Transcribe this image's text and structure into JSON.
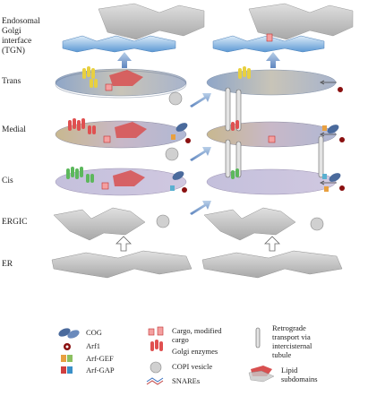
{
  "stages": {
    "tgn_line1": "Endosomal",
    "tgn_line2": "Golgi",
    "tgn_line3": "interface",
    "tgn_line4": "(TGN)",
    "trans": "Trans",
    "medial": "Medial",
    "cis": "Cis",
    "ergic": "ERGIC",
    "er": "ER"
  },
  "legend": {
    "cog": "COG",
    "arf1": "Arf1",
    "arf_gef": "Arf-GEF",
    "arf_gap": "Arf-GAP",
    "cargo_line1": "Cargo, modified",
    "cargo_line2": "cargo",
    "golgi_enzymes": "Golgi enzymes",
    "copi_vesicle": "COPI vesicle",
    "snares": "SNAREs",
    "retro_line1": "Retrograde",
    "retro_line2": "transport via",
    "retro_line3": "intercisternal",
    "retro_line4": "tubule",
    "lipid_line1": "Lipid",
    "lipid_line2": "subdomains"
  },
  "colors": {
    "trans_cisterna": "#a8b4c4",
    "medial_cisterna": "#c8bcd0",
    "cis_cisterna": "#c8c0d8",
    "er_gray": "#c4c4c4",
    "tgn_blue": "#6ea4d8",
    "arrow_blue": "#7a9cc8",
    "cargo_red": "#e05050",
    "enzyme_green": "#5cb85c",
    "enzyme_yellow": "#e8d040",
    "cog_blue": "#4a6a9c",
    "arf1_red": "#8a1010"
  }
}
